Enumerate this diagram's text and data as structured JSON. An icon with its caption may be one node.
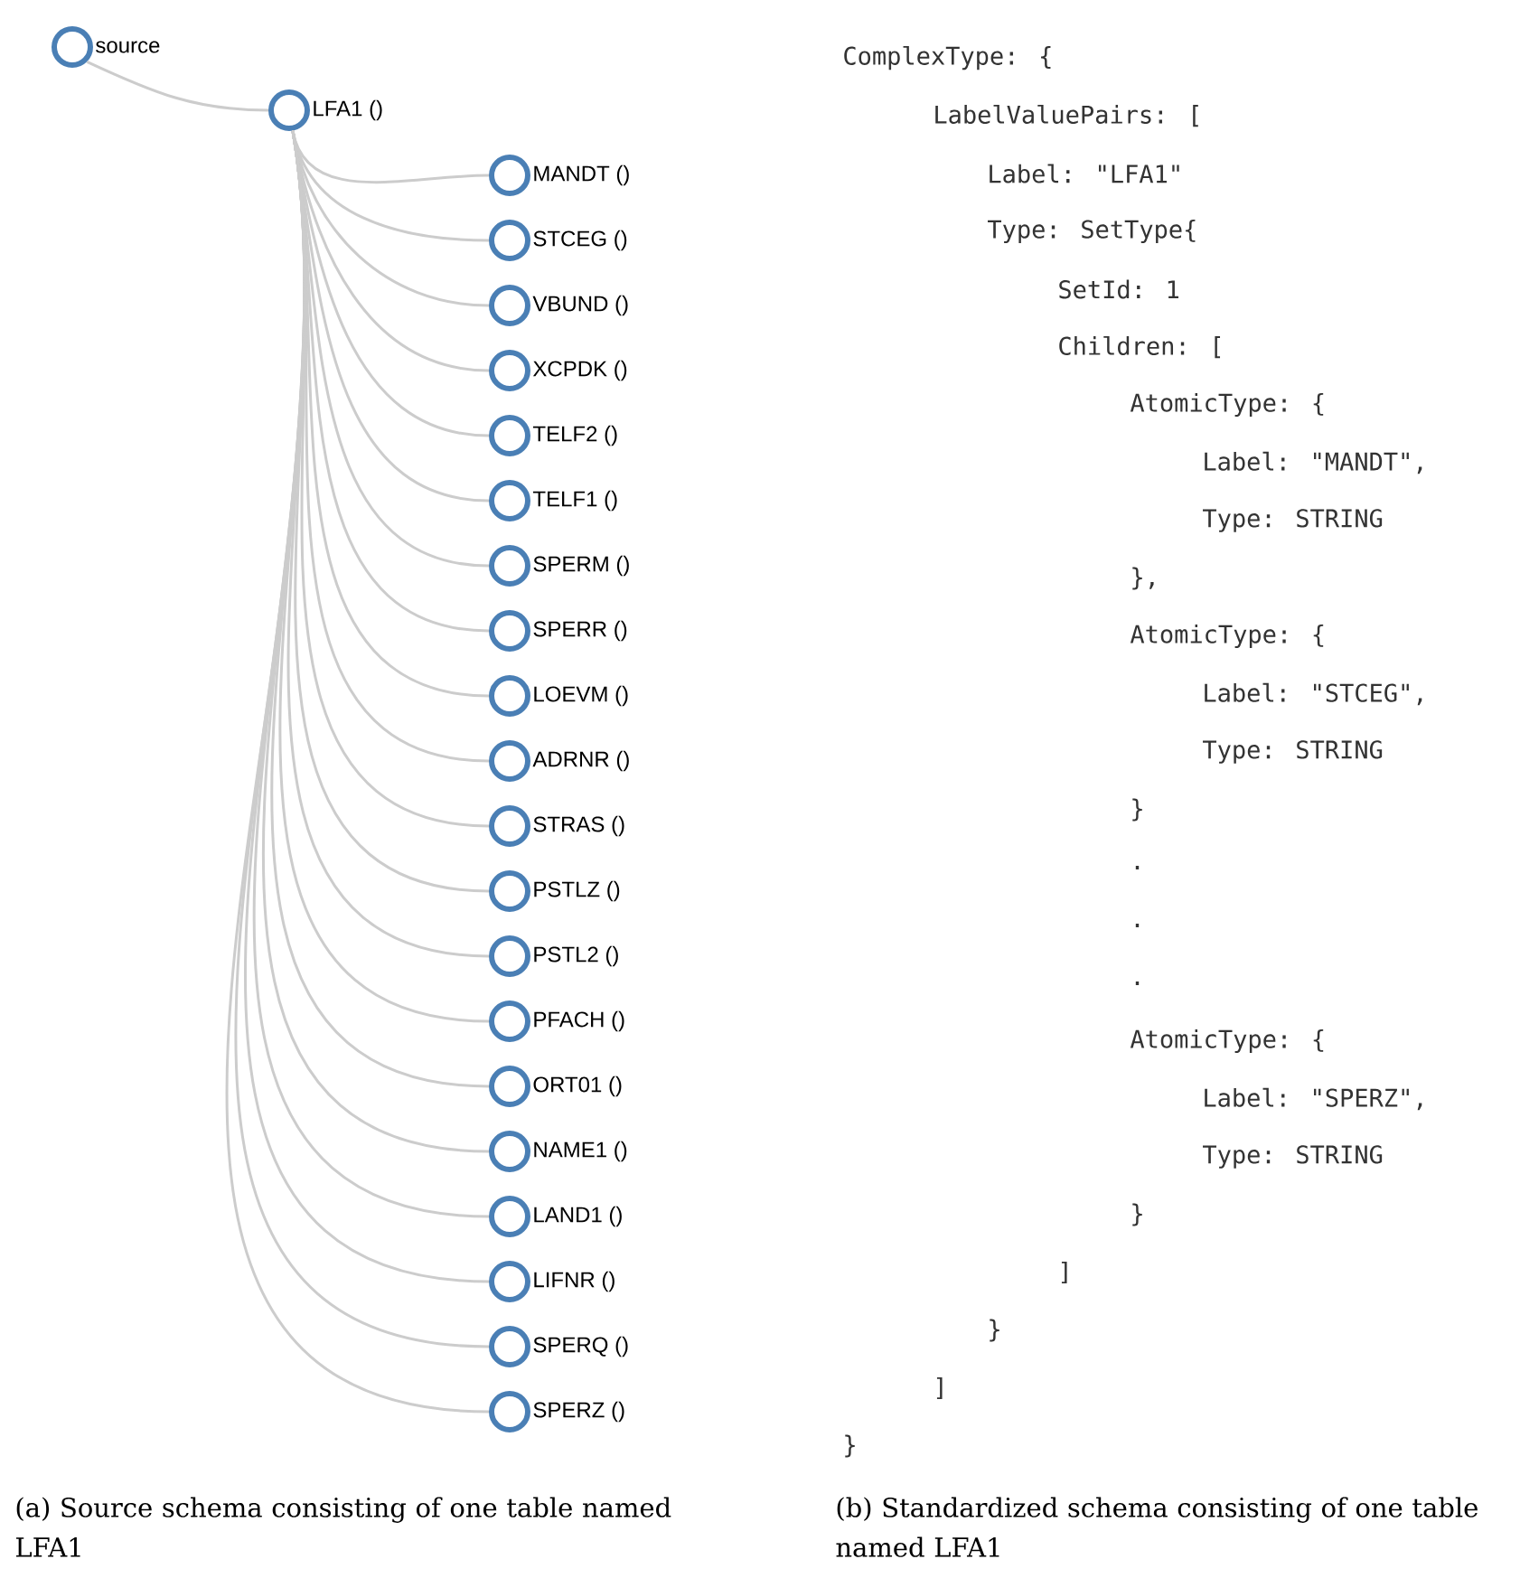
{
  "diagram": {
    "nodes": [
      {
        "text": [
          "source"
        ]
      },
      {
        "text": [
          "LFA1 ()"
        ]
      },
      {
        "text": [
          "MANDT ()"
        ]
      },
      {
        "text": [
          "STCEG ()"
        ]
      },
      {
        "text": [
          "VBUND ()"
        ]
      },
      {
        "text": [
          "XCPDK ()"
        ]
      },
      {
        "text": [
          "TELF2 ()"
        ]
      },
      {
        "text": [
          "TELF1 ()"
        ]
      },
      {
        "text": [
          "SPERM ()"
        ]
      },
      {
        "text": [
          "SPERR ()"
        ]
      },
      {
        "text": [
          "LOEVM ()"
        ]
      },
      {
        "text": [
          "ADRNR ()"
        ]
      },
      {
        "text": [
          "STRAS ()"
        ]
      },
      {
        "text": [
          "PSTLZ ()"
        ]
      },
      {
        "text": [
          "PSTL2 ()"
        ]
      },
      {
        "text": [
          "PFACH ()"
        ]
      },
      {
        "text": [
          "ORT01 ()"
        ]
      },
      {
        "text": [
          "NAME1 ()"
        ]
      },
      {
        "text": [
          "LAND1 ()"
        ]
      },
      {
        "text": [
          "LIFNR ()"
        ]
      },
      {
        "text": [
          "SPERQ ()"
        ]
      },
      {
        "text": [
          "SPERZ ()"
        ]
      }
    ],
    "edges": [
      {
        "from": 0,
        "to": 1,
        "arrow": "none"
      },
      {
        "from": 1,
        "to": 2,
        "arrow": "none"
      },
      {
        "from": 1,
        "to": 3,
        "arrow": "none"
      },
      {
        "from": 1,
        "to": 4,
        "arrow": "none"
      },
      {
        "from": 1,
        "to": 5,
        "arrow": "none"
      },
      {
        "from": 1,
        "to": 6,
        "arrow": "none"
      },
      {
        "from": 1,
        "to": 7,
        "arrow": "none"
      },
      {
        "from": 1,
        "to": 8,
        "arrow": "none"
      },
      {
        "from": 1,
        "to": 9,
        "arrow": "none"
      },
      {
        "from": 1,
        "to": 10,
        "arrow": "none"
      },
      {
        "from": 1,
        "to": 11,
        "arrow": "none"
      },
      {
        "from": 1,
        "to": 12,
        "arrow": "none"
      },
      {
        "from": 1,
        "to": 13,
        "arrow": "none"
      },
      {
        "from": 1,
        "to": 14,
        "arrow": "none"
      },
      {
        "from": 1,
        "to": 15,
        "arrow": "none"
      },
      {
        "from": 1,
        "to": 16,
        "arrow": "none"
      },
      {
        "from": 1,
        "to": 17,
        "arrow": "none"
      },
      {
        "from": 1,
        "to": 18,
        "arrow": "none"
      },
      {
        "from": 1,
        "to": 19,
        "arrow": "none"
      },
      {
        "from": 1,
        "to": 20,
        "arrow": "none"
      },
      {
        "from": 1,
        "to": 21,
        "arrow": "none"
      }
    ],
    "labels": [
      "ComplexType: {",
      "LabelValuePairs: [",
      "Label: \"LFA1\"",
      "Type: SetType{",
      "SetId: 1",
      "Children: [",
      "AtomicType: {",
      "Label: \"MANDT\",",
      "Type: STRING",
      "},",
      "AtomicType: {",
      "Label: \"STCEG\",",
      "Type: STRING",
      "}",
      ".",
      ".",
      ".",
      "AtomicType: {",
      "Label: \"SPERZ\",",
      "Type: STRING",
      "}",
      "]",
      "}",
      "]",
      "}",
      "(a) Source schema consisting of one table named LFA1",
      "(b) Standardized schema consisting of one table named LFA1"
    ]
  }
}
